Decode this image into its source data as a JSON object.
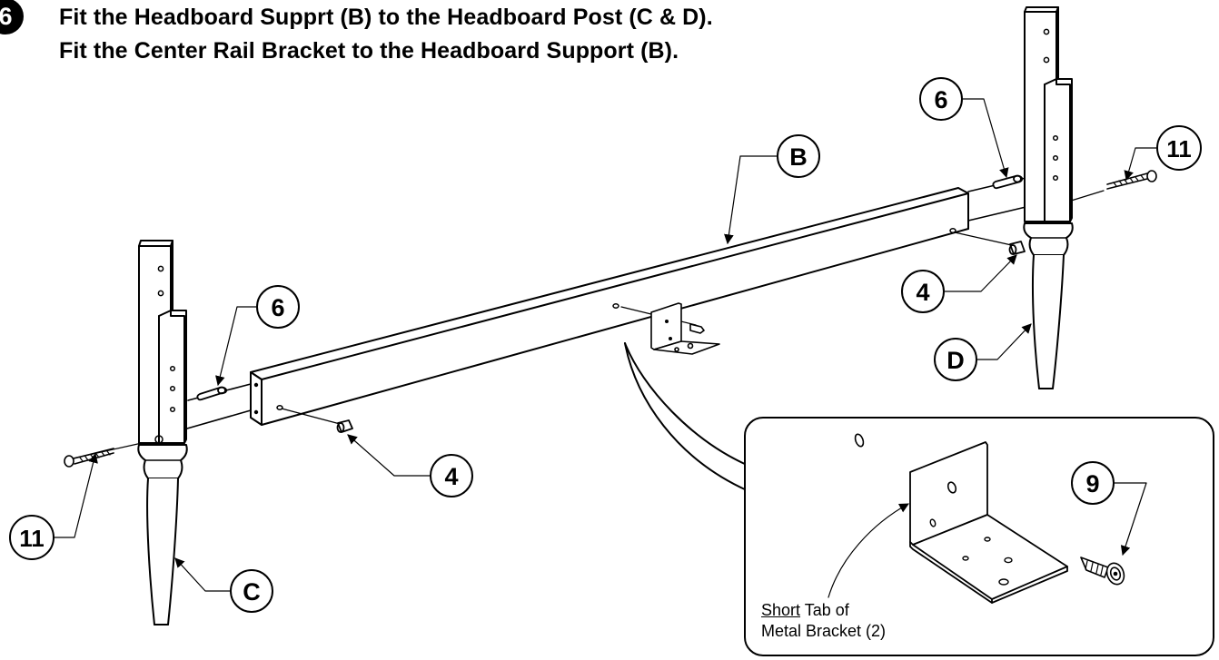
{
  "step": {
    "number": "6"
  },
  "instructions": [
    "Fit the Headboard Supprt (B) to the Headboard Post (C & D).",
    "Fit the Center Rail Bracket to the Headboard Support (B)."
  ],
  "callouts": {
    "part_b": "B",
    "part_c": "C",
    "part_d": "D",
    "dowel_left": "6",
    "dowel_right": "6",
    "barrel_nut_left": "4",
    "barrel_nut_right": "4",
    "bolt_left": "11",
    "bolt_right": "11",
    "screw": "9"
  },
  "inset_note": {
    "underlined": "Short",
    "rest_line1": " Tab of",
    "line2": "Metal Bracket (2)"
  }
}
